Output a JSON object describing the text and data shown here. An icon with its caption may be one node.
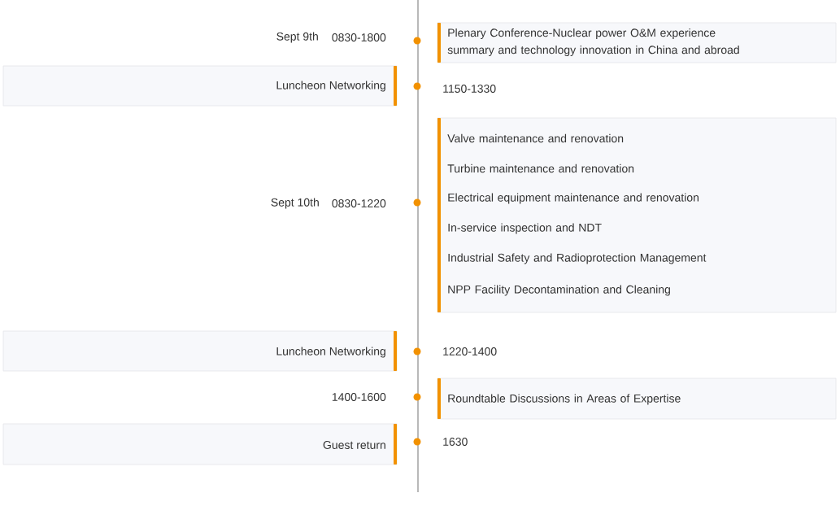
{
  "diagram": {
    "nodes": [
      {
        "text": [
          "Plenary Conference-Nuclear power O&M experience summary and technology innovation in China and abroad"
        ]
      },
      {
        "text": [
          "Luncheon Networking"
        ]
      },
      {
        "text": [
          "Valve maintenance and renovation",
          "Turbine maintenance and renovation",
          "Electrical equipment maintenance and renovation",
          "In-service inspection and NDT",
          "Industrial Safety and Radioprotection Management",
          "NPP Facility Decontamination and Cleaning"
        ]
      },
      {
        "text": [
          "Luncheon Networking"
        ]
      },
      {
        "text": [
          "Roundtable Discussions in Areas of Expertise"
        ]
      },
      {
        "text": [
          "Guest return"
        ]
      }
    ],
    "labels": [
      "Sept 9th",
      "0830-1800",
      "1150-1330",
      "Sept 10th",
      "0830-1220",
      "1220-1400",
      "1400-1600",
      "1630"
    ]
  }
}
